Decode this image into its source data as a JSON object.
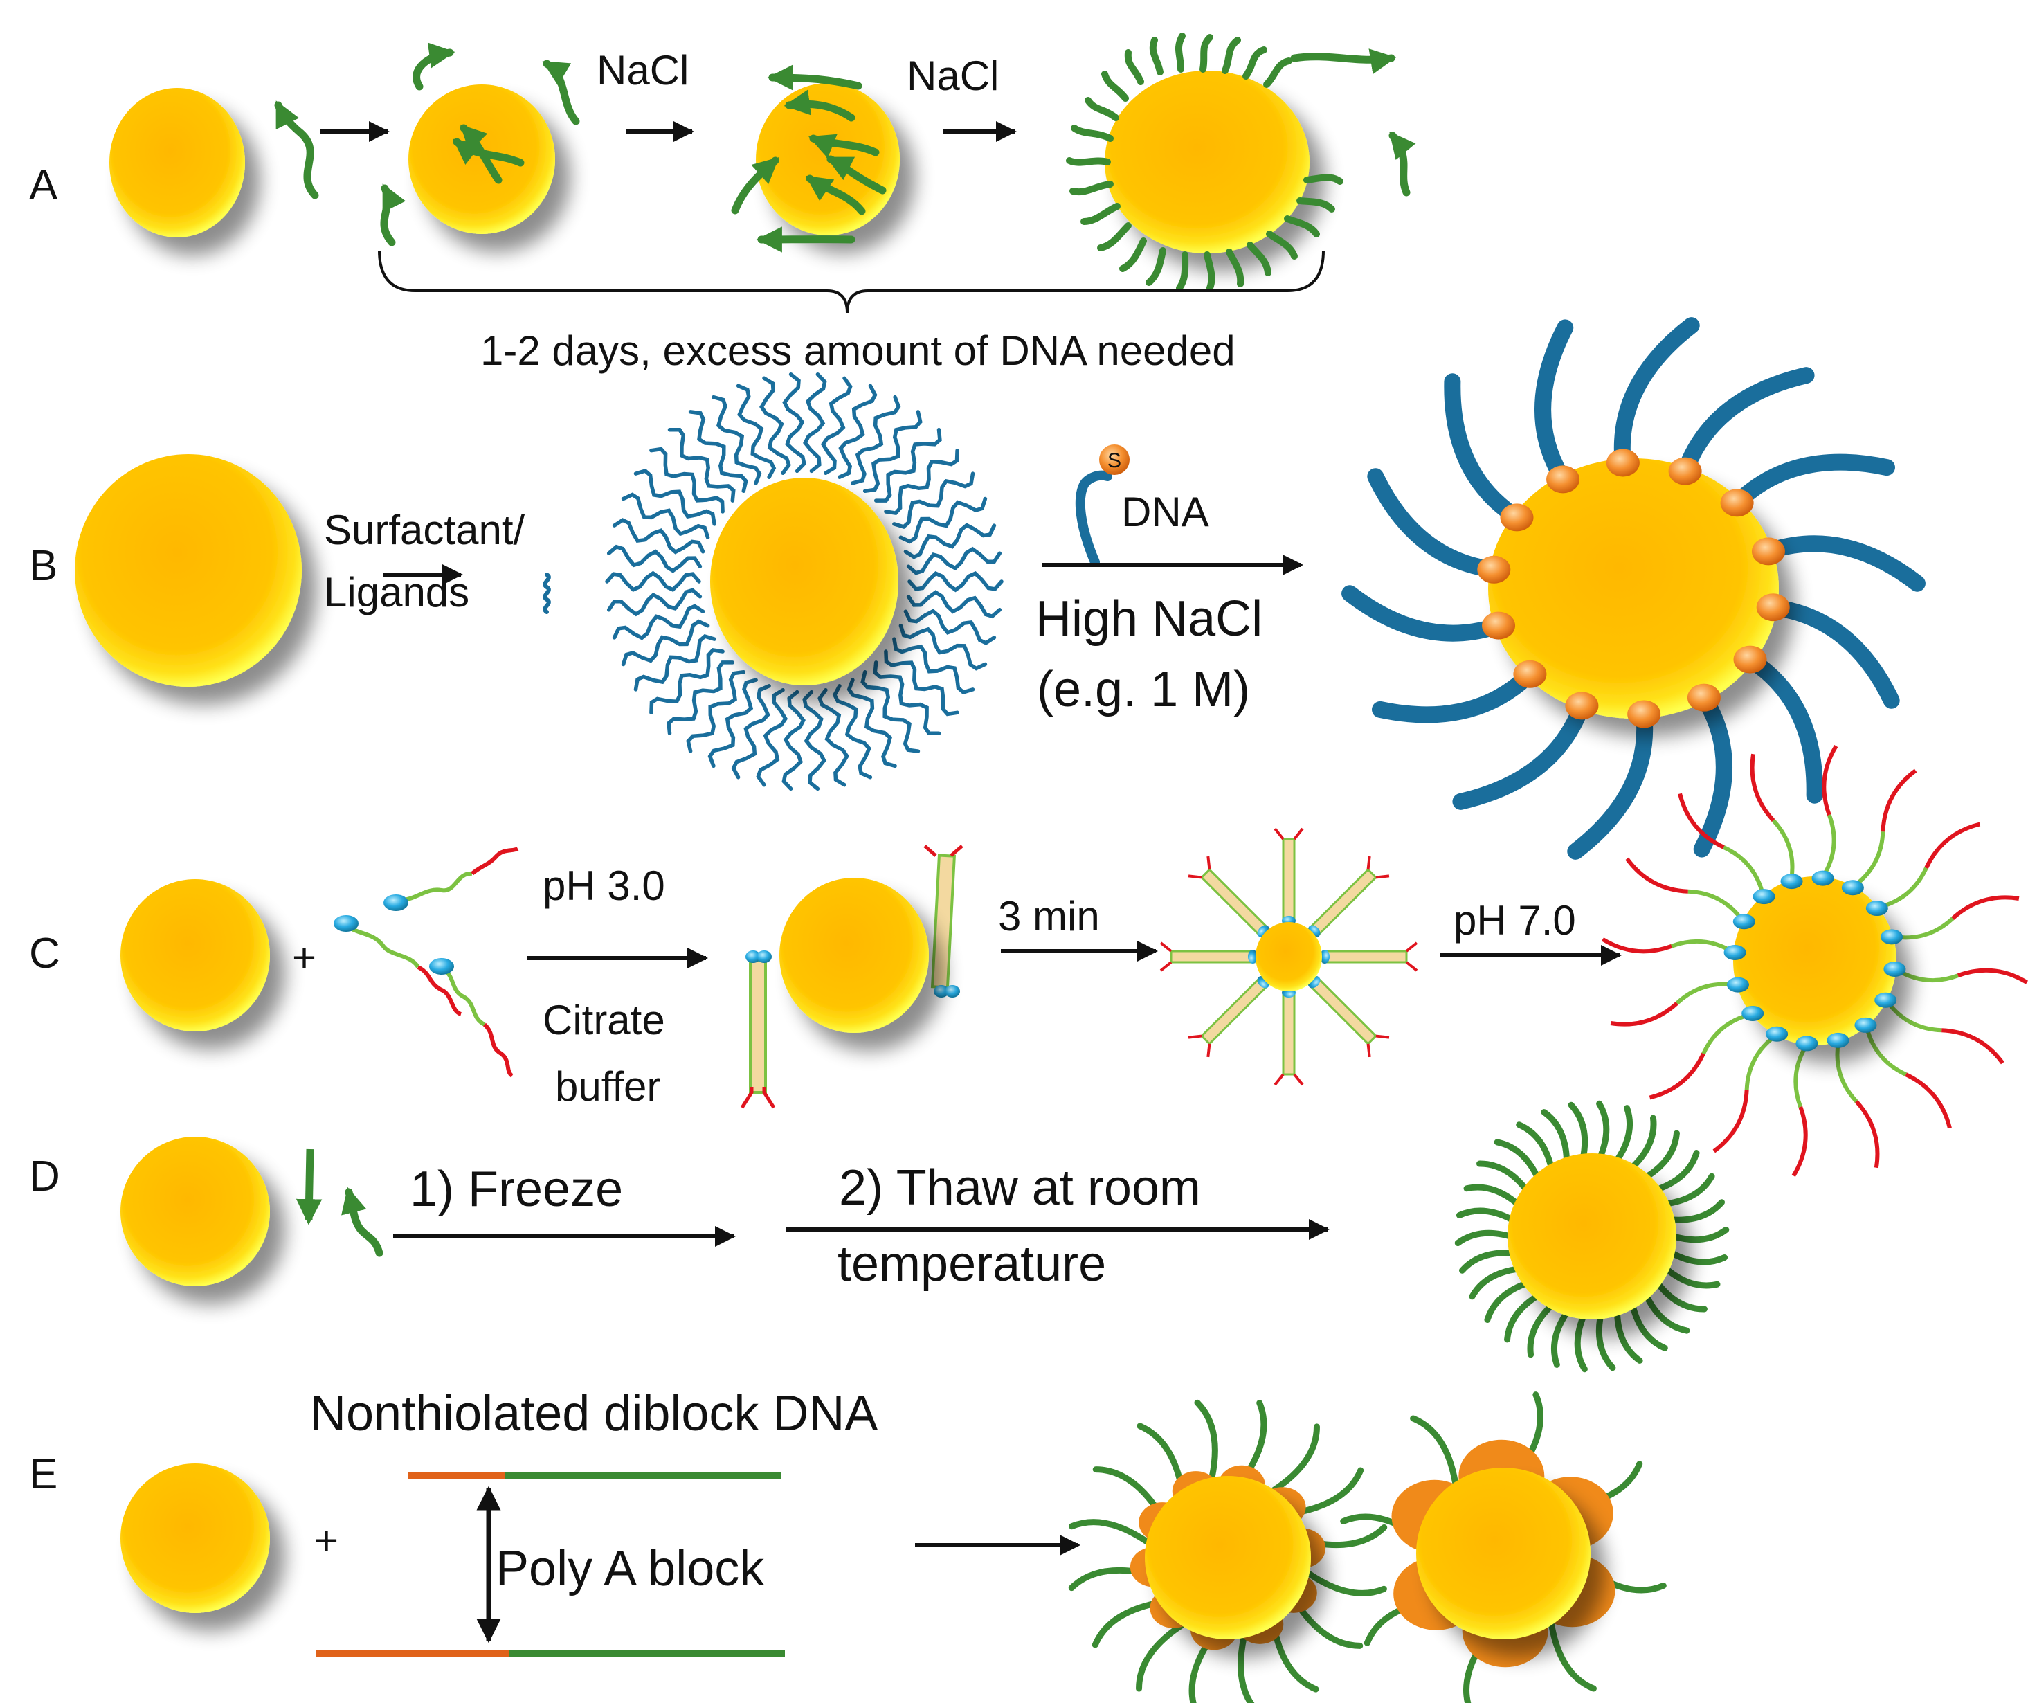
{
  "panels": {
    "A": {
      "label": "A",
      "step1": "NaCl",
      "step2": "NaCl",
      "note": "1-2 days, excess amount of DNA needed"
    },
    "B": {
      "label": "B",
      "reagent_line1": "Surfactant/",
      "reagent_line2": "Ligands",
      "thiol_mark": "S",
      "dna": "DNA",
      "cond_line1": "High NaCl",
      "cond_line2": "(e.g. 1 M)"
    },
    "C": {
      "label": "C",
      "plus": "+",
      "ph_low": "pH 3.0",
      "buffer_line1": "Citrate",
      "buffer_line2": "buffer",
      "time": "3 min",
      "ph_neutral": "pH 7.0"
    },
    "D": {
      "label": "D",
      "step1": "1) Freeze",
      "step2_line1": "2) Thaw at room",
      "step2_line2": "temperature"
    },
    "E": {
      "label": "E",
      "plus": "+",
      "title": "Nonthiolated diblock DNA",
      "block": "Poly A block"
    }
  },
  "colors": {
    "gold_core": "#ffc000",
    "gold_rim": "#ffff33",
    "dna_green": "#3a8a32",
    "ligand_blue": "#1a6e9c",
    "thiol_orange": "#f08a28",
    "red_strand": "#e0141e",
    "light_green": "#7cc242",
    "cyan_anchor": "#29abe2",
    "polyA_orange": "#e0621a"
  }
}
